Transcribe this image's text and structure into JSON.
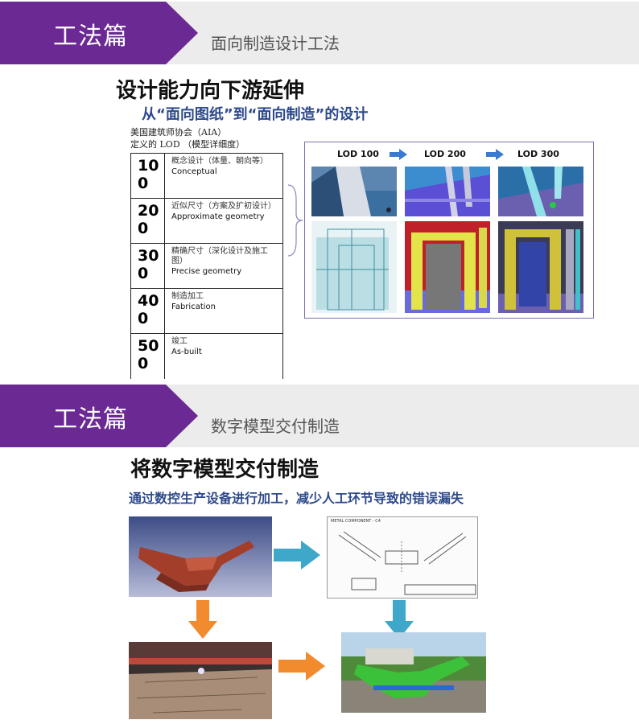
{
  "section1": {
    "tab_label": "工法篇",
    "subtitle": "面向制造设计工法",
    "title": "设计能力向下游延伸",
    "blue_subtitle": "从“面向图纸”到“面向制造”的设计",
    "aia_line1": "美国建筑师协会（AIA）",
    "aia_line2": "定义的 LOD （模型详细度）",
    "lod_rows": [
      {
        "num_a": "10",
        "num_b": "0",
        "zh": "概念设计（体量、朝向等）",
        "en": "Conceptual"
      },
      {
        "num_a": "20",
        "num_b": "0",
        "zh": "近似尺寸（方案及扩初设计）",
        "en": "Approximate geometry"
      },
      {
        "num_a": "30",
        "num_b": "0",
        "zh": "精确尺寸（深化设计及施工图）",
        "en": "Precise geometry"
      },
      {
        "num_a": "40",
        "num_b": "0",
        "zh": "制造加工",
        "en": "Fabrication"
      },
      {
        "num_a": "50",
        "num_b": "0",
        "zh": "竣工",
        "en": "As-built"
      }
    ],
    "lod_headers": [
      "LOD 100",
      "LOD 200",
      "LOD 300"
    ]
  },
  "section2": {
    "tab_label": "工法篇",
    "subtitle": "数字模型交付制造",
    "title": "将数字模型交付制造",
    "blue_subtitle": "通过数控生产设备进行加工，减少人工环节导致的错误漏失",
    "drawing_title": "METAL COMPONENT - C4"
  },
  "colors": {
    "purple": "#6b2a93",
    "header_gray": "#ececec",
    "blue_text": "#2e4a8c",
    "teal_arrow": "#3fa7c9",
    "orange_arrow": "#f28a2e"
  }
}
